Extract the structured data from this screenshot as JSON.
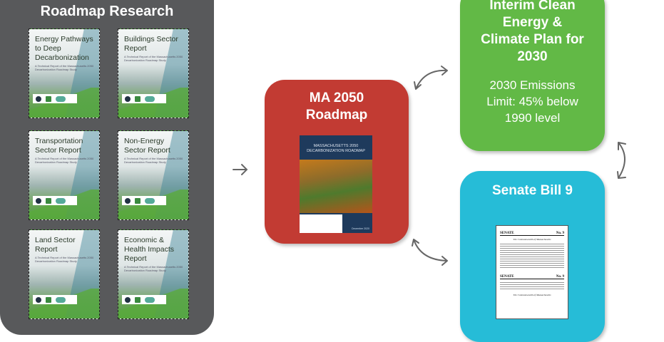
{
  "research": {
    "title": "Roadmap Research",
    "covers": [
      {
        "title": "Energy Pathways to Deep Decarbonization",
        "subtitle": "A Technical Report of the Massachusetts 2050 Decarbonization Roadmap Study"
      },
      {
        "title": "Buildings Sector Report",
        "subtitle": "A Technical Report of the Massachusetts 2050 Decarbonization Roadmap Study"
      },
      {
        "title": "Transportation Sector Report",
        "subtitle": "A Technical Report of the Massachusetts 2050 Decarbonization Roadmap Study"
      },
      {
        "title": "Non-Energy Sector Report",
        "subtitle": "A Technical Report of the Massachusetts 2050 Decarbonization Roadmap Study"
      },
      {
        "title": "Land Sector Report",
        "subtitle": "A Technical Report of the Massachusetts 2050 Decarbonization Roadmap Study"
      },
      {
        "title": "Economic & Health Impacts Report",
        "subtitle": "A Technical Report of the Massachusetts 2050 Decarbonization Roadmap Study"
      }
    ]
  },
  "roadmap": {
    "title_line1": "MA 2050",
    "title_line2": "Roadmap",
    "cover_title": "MASSACHUSETTS 2050 DECARBONIZATION ROADMAP",
    "cover_date": "December 2020",
    "color": "#c23b33"
  },
  "plan": {
    "title_lines": [
      "Interim Clean",
      "Energy &",
      "Climate Plan for",
      "2030"
    ],
    "body_lines": [
      "2030 Emissions",
      "Limit: 45% below",
      "1990 level"
    ],
    "color": "#62b946"
  },
  "senate": {
    "title": "Senate Bill 9",
    "doc_header": "SENATE",
    "doc_number": "No. 9",
    "doc_subtitle": "The Commonwealth of Massachusetts",
    "color": "#26bcd7"
  },
  "panel_color": "#58595b"
}
